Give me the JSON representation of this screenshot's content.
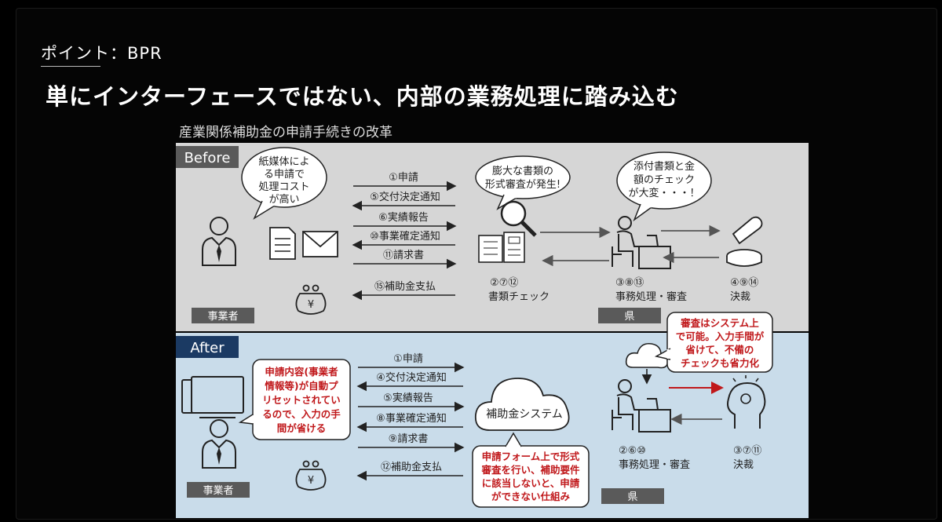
{
  "header": {
    "point_label": "ポイント",
    "point_sep": "：",
    "point_topic": "BPR",
    "headline": "単にインターフェースではない、内部の業務処理に踏み込む",
    "subtitle": "産業関係補助金の申請手続きの改革"
  },
  "before": {
    "tag": "Before",
    "bubble_applicant": [
      "紙媒体によ",
      "る申請で",
      "処理コスト",
      "が高い"
    ],
    "arrows": [
      "①申請",
      "⑤交付決定通知",
      "⑥実績報告",
      "⑩事業確定通知",
      "⑪請求書",
      "⑮補助金支払"
    ],
    "bubble_docs": [
      "膨大な書類の",
      "形式審査が発生!"
    ],
    "bubble_staff": [
      "添付書類と金",
      "額のチェック",
      "が大変・・・！"
    ],
    "step_docs_num": "②⑦⑫",
    "step_docs_label": "書類チェック",
    "step_office_num": "③⑧⑬",
    "step_office_label": "事務処理・審査",
    "step_decision_num": "④⑨⑭",
    "step_decision_label": "決裁",
    "applicant_tag": "事業者",
    "pref_tag": "県"
  },
  "after": {
    "tag": "After",
    "bubble_applicant": [
      "申請内容(事業者",
      "情報等)が自動プ",
      "リセットされてい",
      "るので、入力の手",
      "間が省ける"
    ],
    "arrows": [
      "①申請",
      "④交付決定通知",
      "⑤実績報告",
      "⑧事業確定通知",
      "⑨請求書",
      "⑫補助金支払"
    ],
    "cloud_label": "補助金システム",
    "bubble_system": [
      "申請フォーム上で形式",
      "審査を行い、補助要件",
      "に該当しないと、申請",
      "ができない仕組み"
    ],
    "bubble_review": [
      "審査はシステム上",
      "で可能。入力手間が",
      "省けて、不備の",
      "チェックも省力化"
    ],
    "step_office_num": "②⑥⑩",
    "step_office_label": "事務処理・審査",
    "step_decision_num": "③⑦⑪",
    "step_decision_label": "決裁",
    "applicant_tag": "事業者",
    "pref_tag": "県"
  },
  "icons": [
    "person-icon",
    "document-icon",
    "envelope-icon",
    "purse-yen-icon",
    "magnifier-icon",
    "desk-worker-icon",
    "stamp-icon",
    "computer-icon",
    "cloud-icon",
    "thinking-head-icon"
  ],
  "colors": {
    "before_bg": "#d6d6d6",
    "after_bg": "#c9dcea",
    "before_tag": "#5a5a5a",
    "after_tag": "#1b3a63",
    "alert": "#c0181b"
  }
}
